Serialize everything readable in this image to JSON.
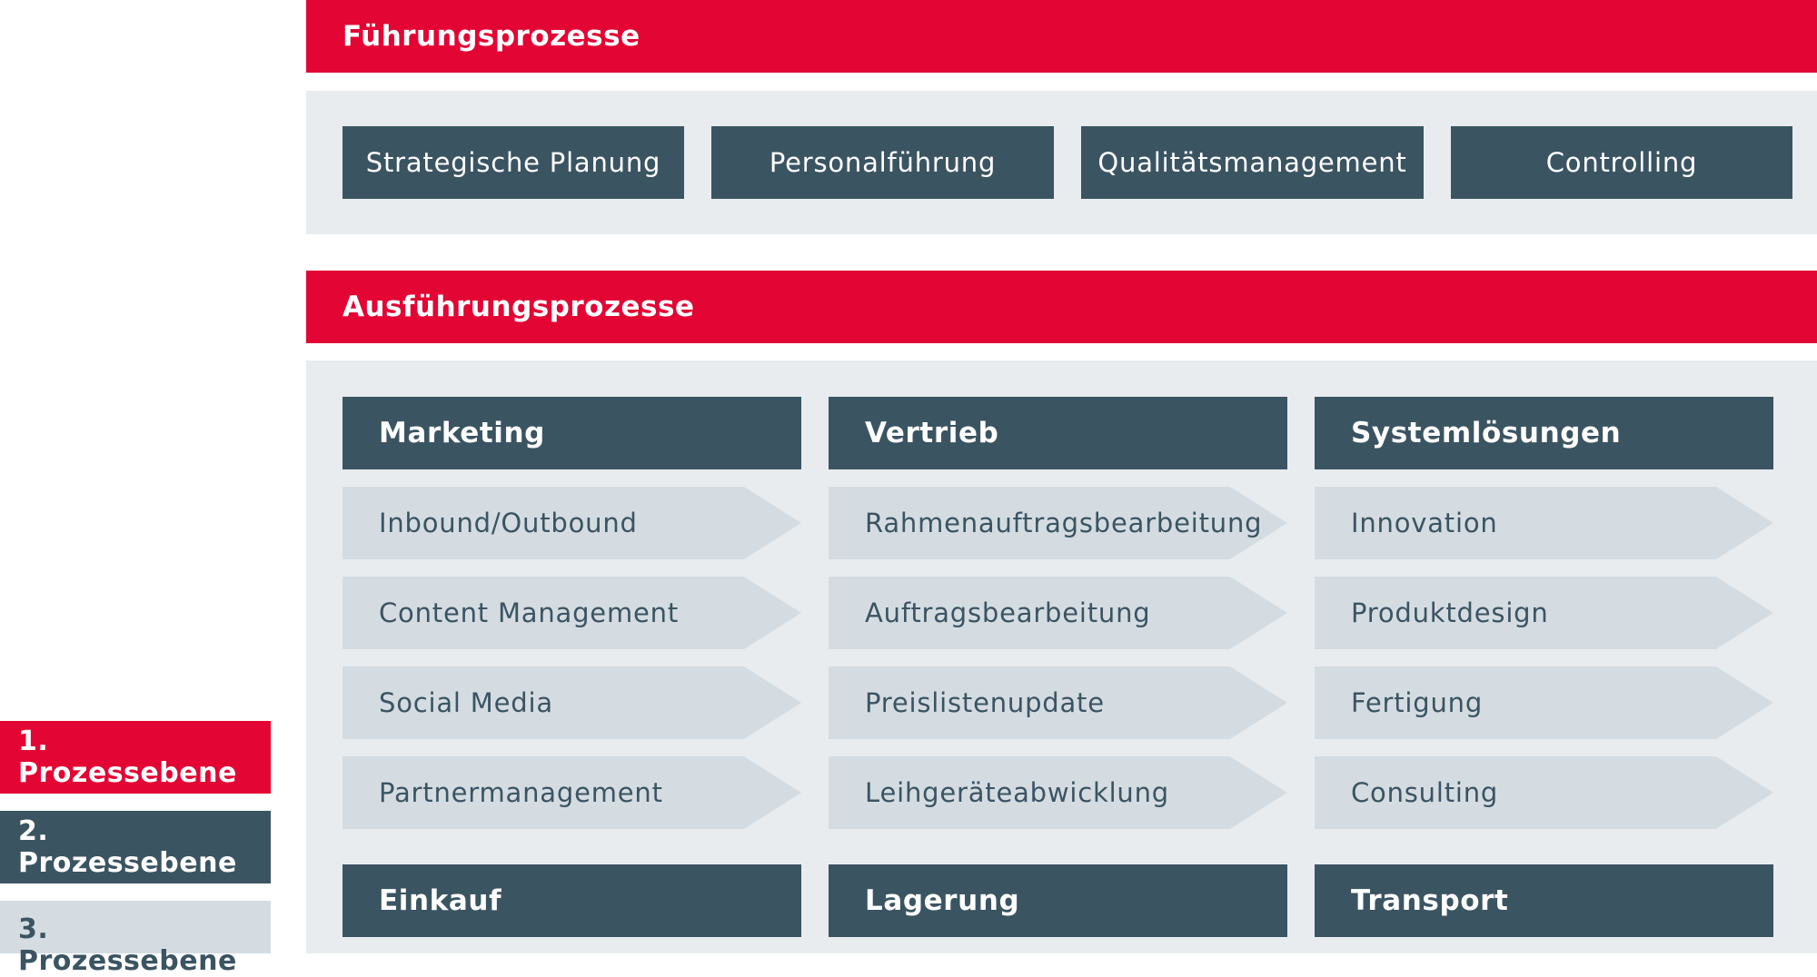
{
  "fuehrung": {
    "title": "Führungsprozesse",
    "items": [
      "Strategische Planung",
      "Personalführung",
      "Qualitätsmanagement",
      "Controlling"
    ]
  },
  "ausfuehrung": {
    "title": "Ausführungsprozesse",
    "columns": [
      {
        "title": "Marketing",
        "items": [
          "Inbound/Outbound",
          "Content Management",
          "Social Media",
          "Partnermanagement"
        ]
      },
      {
        "title": "Vertrieb",
        "items": [
          "Rahmenauftragsbearbeitung",
          "Auftragsbearbeitung",
          "Preislistenupdate",
          "Leihgeräteabwicklung"
        ]
      },
      {
        "title": "Systemlösungen",
        "items": [
          "Innovation",
          "Produktdesign",
          "Fertigung",
          "Consulting"
        ]
      }
    ],
    "bottom": [
      "Einkauf",
      "Lagerung",
      "Transport"
    ]
  },
  "legend": [
    "1. Prozessebene",
    "2. Prozessebene",
    "3. Prozessebene"
  ],
  "colors": {
    "level1": "#e30534",
    "level2": "#3b5462",
    "level3": "#d4dce2",
    "panel": "#e8ecef"
  }
}
